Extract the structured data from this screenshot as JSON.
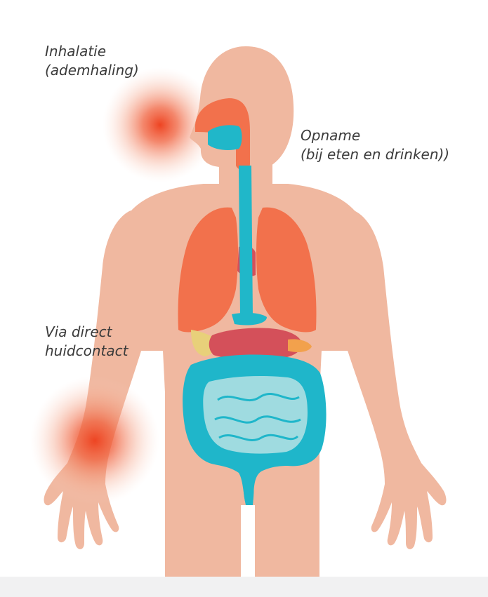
{
  "labels": {
    "inhalation": {
      "line1": "Inhalatie",
      "line2": "(ademhaling)"
    },
    "ingestion": {
      "line1": "Opname",
      "line2": "(bij eten en drinken))"
    },
    "skin": {
      "line1": "Via direct",
      "line2": "huidcontact"
    }
  },
  "colors": {
    "skin": "#f0b8a0",
    "lungs": "#f2714c",
    "trachea": "#20b7c9",
    "intestine_outer": "#1fb6ca",
    "intestine_inner": "#9fdbe0",
    "stomach": "#d4505a",
    "exposure_glow": "#ee5533",
    "text": "#3b3b3b",
    "footer": "#f1f1f2"
  }
}
